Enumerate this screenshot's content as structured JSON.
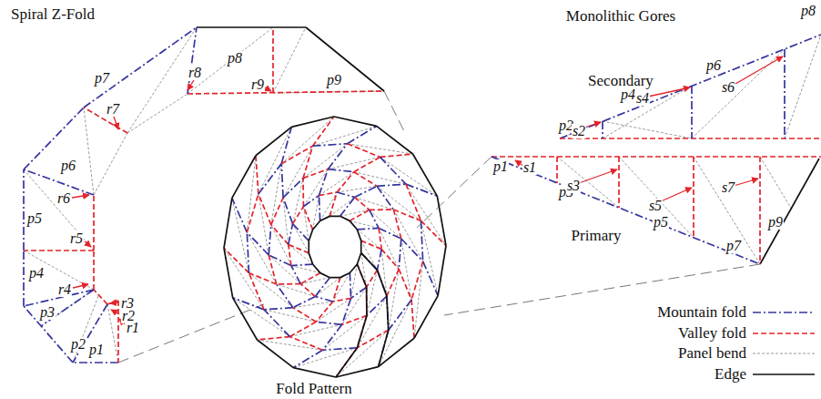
{
  "diagram": {
    "labels": [
      "Spiral Z-Fold",
      "Monolithic Gores",
      "Secondary",
      "Primary",
      "Fold Pattern",
      "p1",
      "p2",
      "p3",
      "p4",
      "p5",
      "p6",
      "p7",
      "p8",
      "p9",
      "r1",
      "r2",
      "r3",
      "r4",
      "r5",
      "r6",
      "r7",
      "r8",
      "r9",
      "p1",
      "p2",
      "p3",
      "p4",
      "p5",
      "p6",
      "p7",
      "p8",
      "p9",
      "s1",
      "s2",
      "s3",
      "s4",
      "s5",
      "s6",
      "s7"
    ],
    "legend": [
      {
        "text": "Mountain fold"
      },
      {
        "text": "Valley fold"
      },
      {
        "text": "Panel bend"
      },
      {
        "text": "Edge"
      }
    ]
  }
}
